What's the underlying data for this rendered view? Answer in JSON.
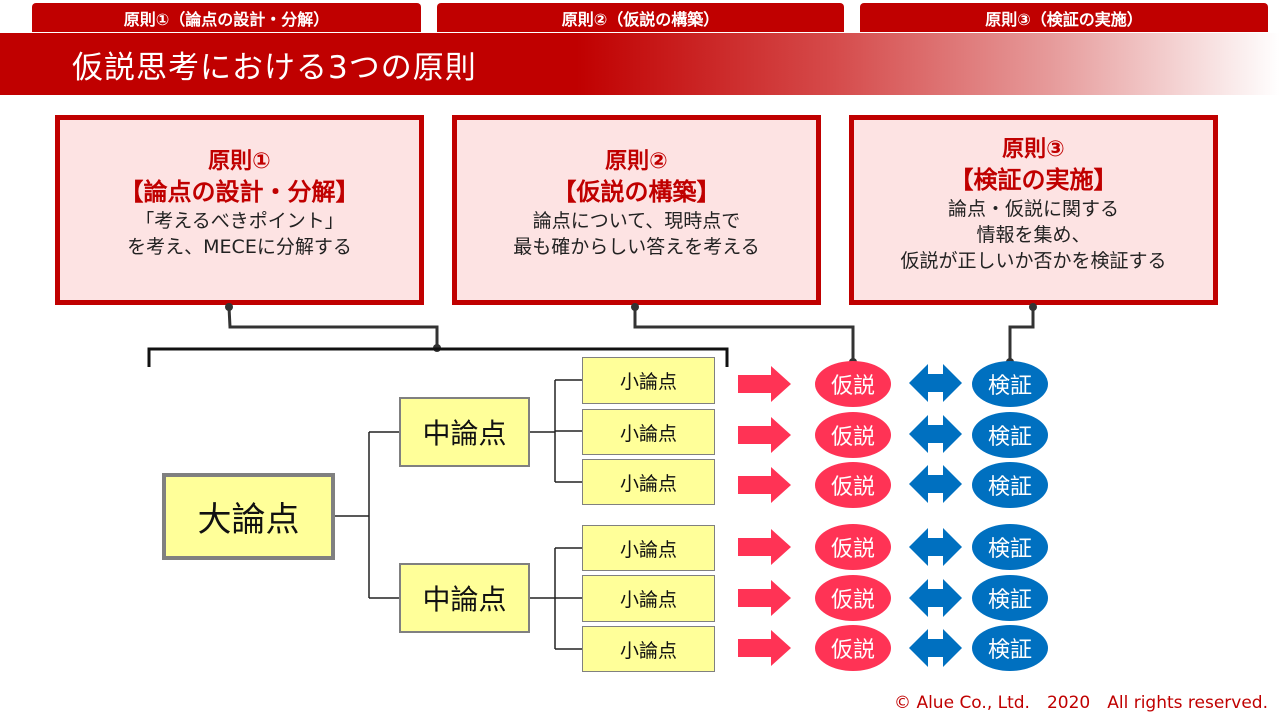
{
  "tabs": [
    {
      "label": "原則①（論点の設計・分解）"
    },
    {
      "label": "原則②（仮説の構築）"
    },
    {
      "label": "原則③（検証の実施）"
    }
  ],
  "banner": {
    "title": "仮説思考における3つの原則"
  },
  "principles": [
    {
      "title": "原則①",
      "subtitle": "【論点の設計・分解】",
      "desc": [
        "「考えるべきポイント」",
        "を考え、MECEに分解する"
      ]
    },
    {
      "title": "原則②",
      "subtitle": "【仮説の構築】",
      "desc": [
        "論点について、現時点で",
        "最も確からしい答えを考える"
      ]
    },
    {
      "title": "原則③",
      "subtitle": "【検証の実施】",
      "desc": [
        "論点・仮説に関する",
        "情報を集め、",
        "仮説が正しいか否かを検証する"
      ]
    }
  ],
  "tree": {
    "root": "大論点",
    "mid": [
      "中論点",
      "中論点"
    ],
    "small": [
      "小論点",
      "小論点",
      "小論点",
      "小論点",
      "小論点",
      "小論点"
    ]
  },
  "rows": {
    "hypothesis": [
      "仮説",
      "仮説",
      "仮説",
      "仮説",
      "仮説",
      "仮説"
    ],
    "verification": [
      "検証",
      "検証",
      "検証",
      "検証",
      "検証",
      "検証"
    ]
  },
  "colors": {
    "brand_red": "#c00000",
    "hypothesis_pink": "#ff3355",
    "verification_blue": "#0070c0",
    "node_yellow": "#ffff99"
  },
  "footer": {
    "copyright": "© Alue Co., Ltd.　2020　All rights reserved."
  }
}
